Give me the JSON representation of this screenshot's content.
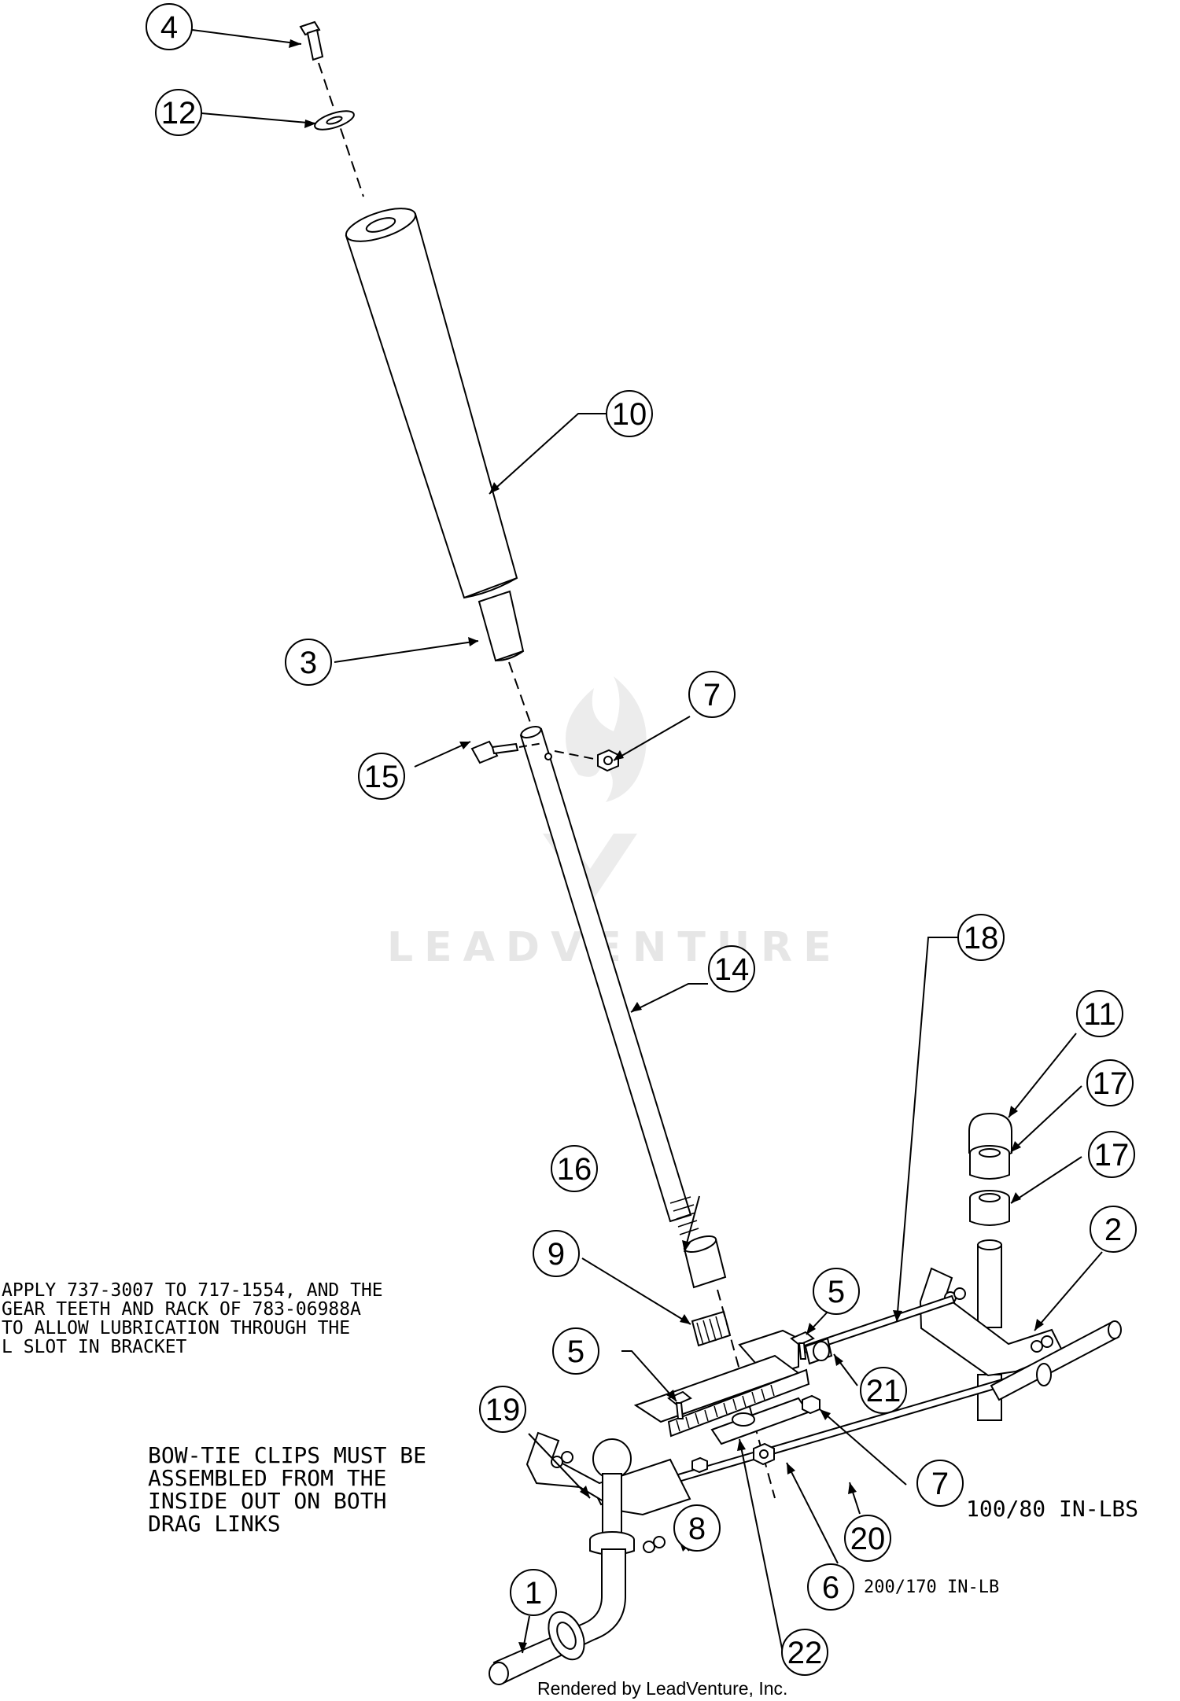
{
  "callouts": {
    "c1": "1",
    "c2": "2",
    "c3": "3",
    "c4": "4",
    "c5a": "5",
    "c5b": "5",
    "c6": "6",
    "c7a": "7",
    "c7b": "7",
    "c8": "8",
    "c9": "9",
    "c10": "10",
    "c11": "11",
    "c12": "12",
    "c14": "14",
    "c15": "15",
    "c16": "16",
    "c17a": "17",
    "c17b": "17",
    "c18": "18",
    "c19": "19",
    "c20": "20",
    "c21": "21",
    "c22": "22"
  },
  "notes": {
    "lube": [
      "APPLY 737-3007 TO 717-1554, AND THE",
      "GEAR TEETH AND RACK OF 783-06988A",
      "TO ALLOW LUBRICATION THROUGH THE",
      "L SLOT IN BRACKET"
    ],
    "bowtie": [
      "BOW-TIE CLIPS MUST BE",
      "ASSEMBLED FROM THE",
      "INSIDE OUT ON BOTH",
      "DRAG LINKS"
    ],
    "torque1": "100/80 IN-LBS",
    "torque2": "200/170 IN-LB"
  },
  "watermark": "LEADVENTURE",
  "footer": "Rendered by LeadVenture, Inc."
}
